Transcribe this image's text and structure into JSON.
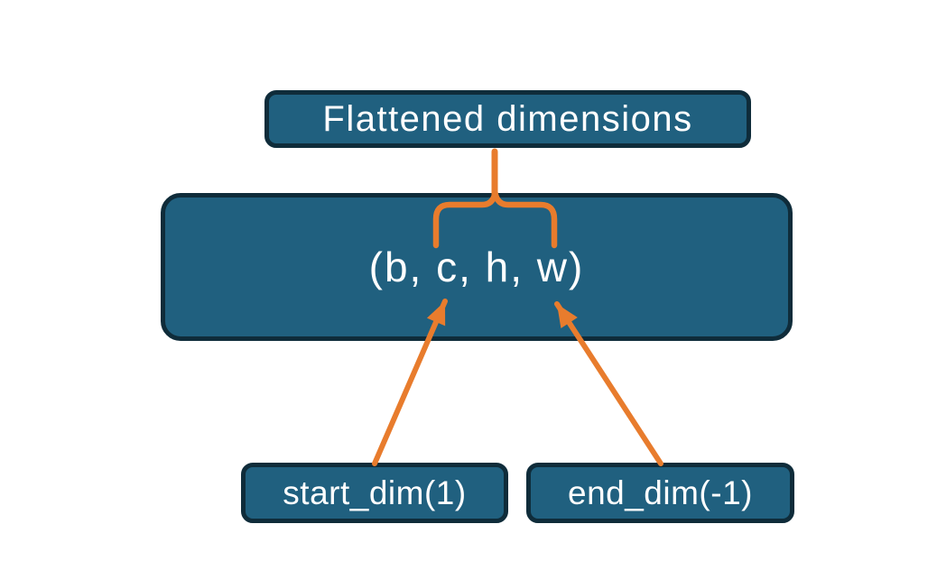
{
  "colors": {
    "background": "#ffffff",
    "box_fill": "#20607f",
    "box_border": "#0f2c3a",
    "accent": "#e87c2d",
    "text_color": "#ffffff"
  },
  "boxes": {
    "flattened": {
      "label": "Flattened dimensions"
    },
    "tensor": {
      "label": "(b, c, h, w)"
    },
    "start_dim": {
      "label": "start_dim(1)"
    },
    "end_dim": {
      "label": "end_dim(-1)"
    }
  }
}
